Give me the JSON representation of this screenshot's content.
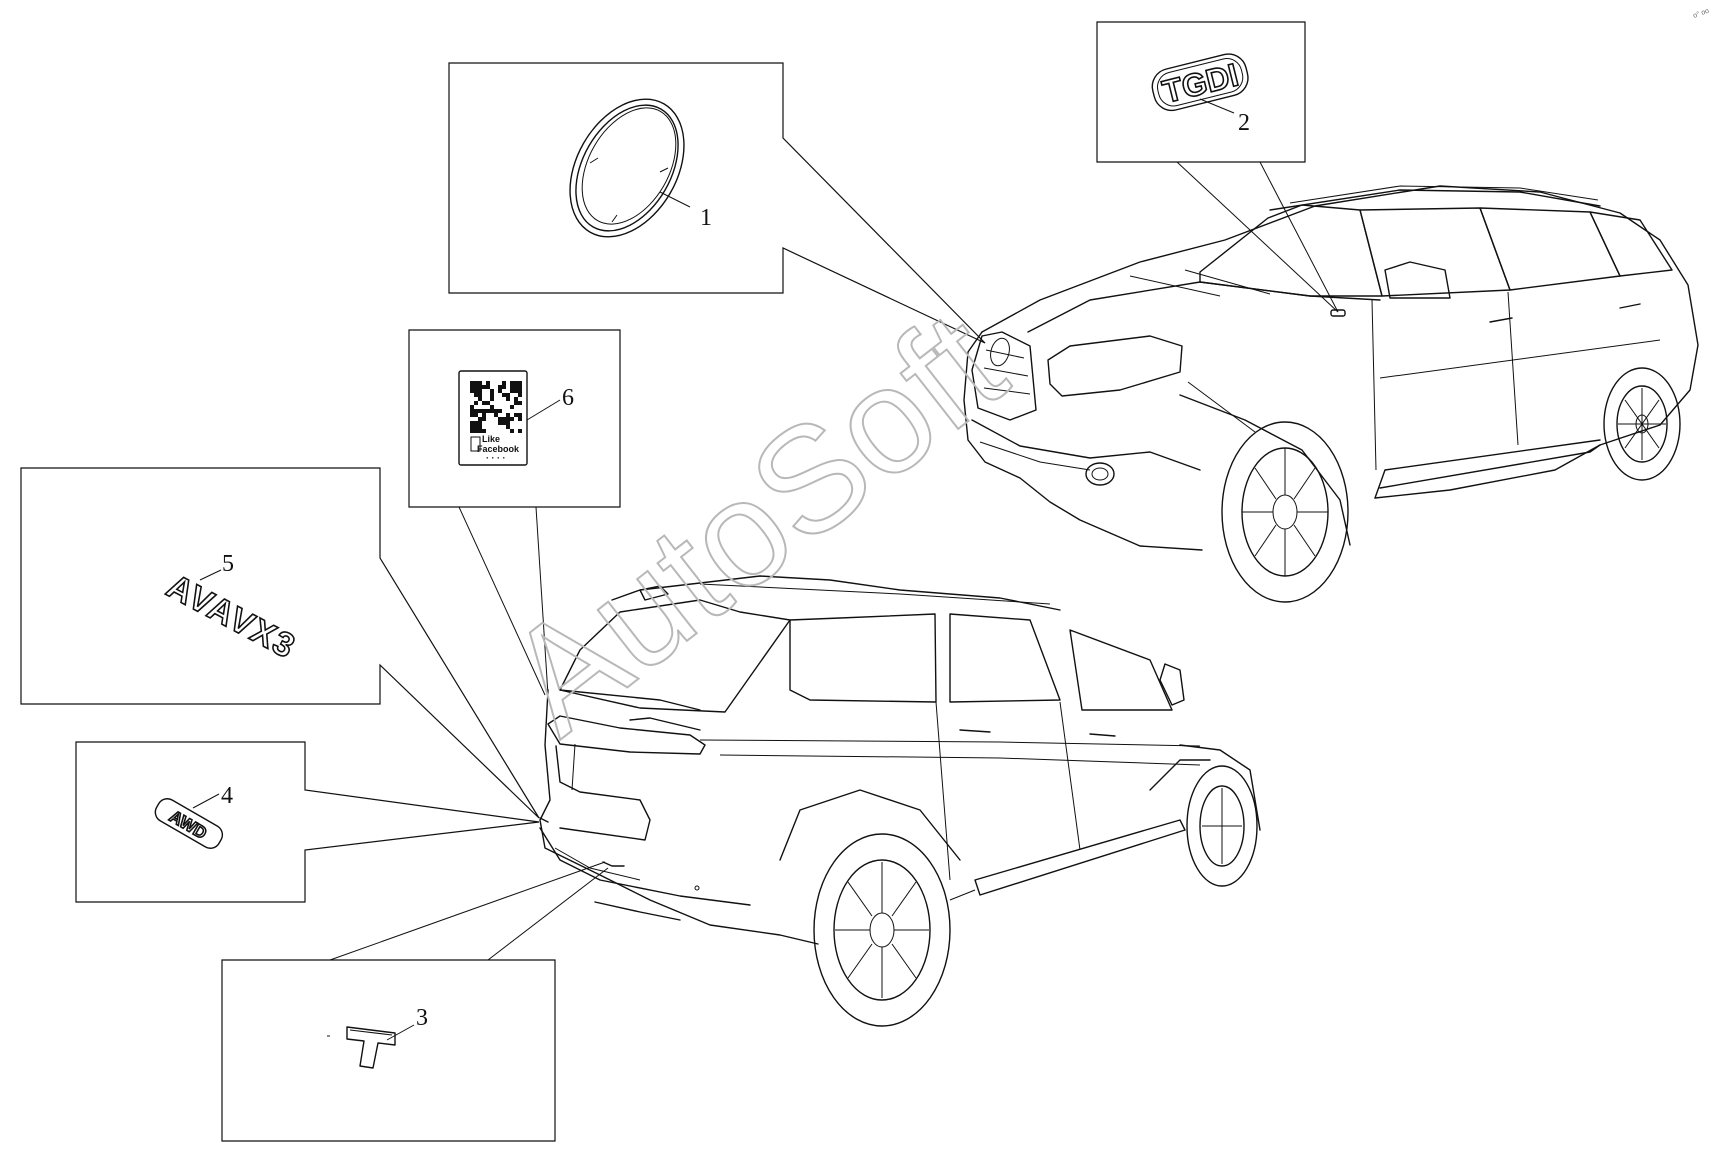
{
  "watermark": "AutoSoft",
  "callouts": [
    {
      "id": 1,
      "label": "1"
    },
    {
      "id": 2,
      "label": "2"
    },
    {
      "id": 3,
      "label": "3"
    },
    {
      "id": 4,
      "label": "4"
    },
    {
      "id": 5,
      "label": "5"
    },
    {
      "id": 6,
      "label": "6"
    }
  ],
  "badges": {
    "tgdi": "TGDI",
    "awd": "AWD",
    "t": "T",
    "model": "AVAVX3"
  },
  "qr_label": {
    "brand": "Facebook",
    "line1": "Like",
    "line2": "· · · ·"
  },
  "corner_mark": "o° oo"
}
